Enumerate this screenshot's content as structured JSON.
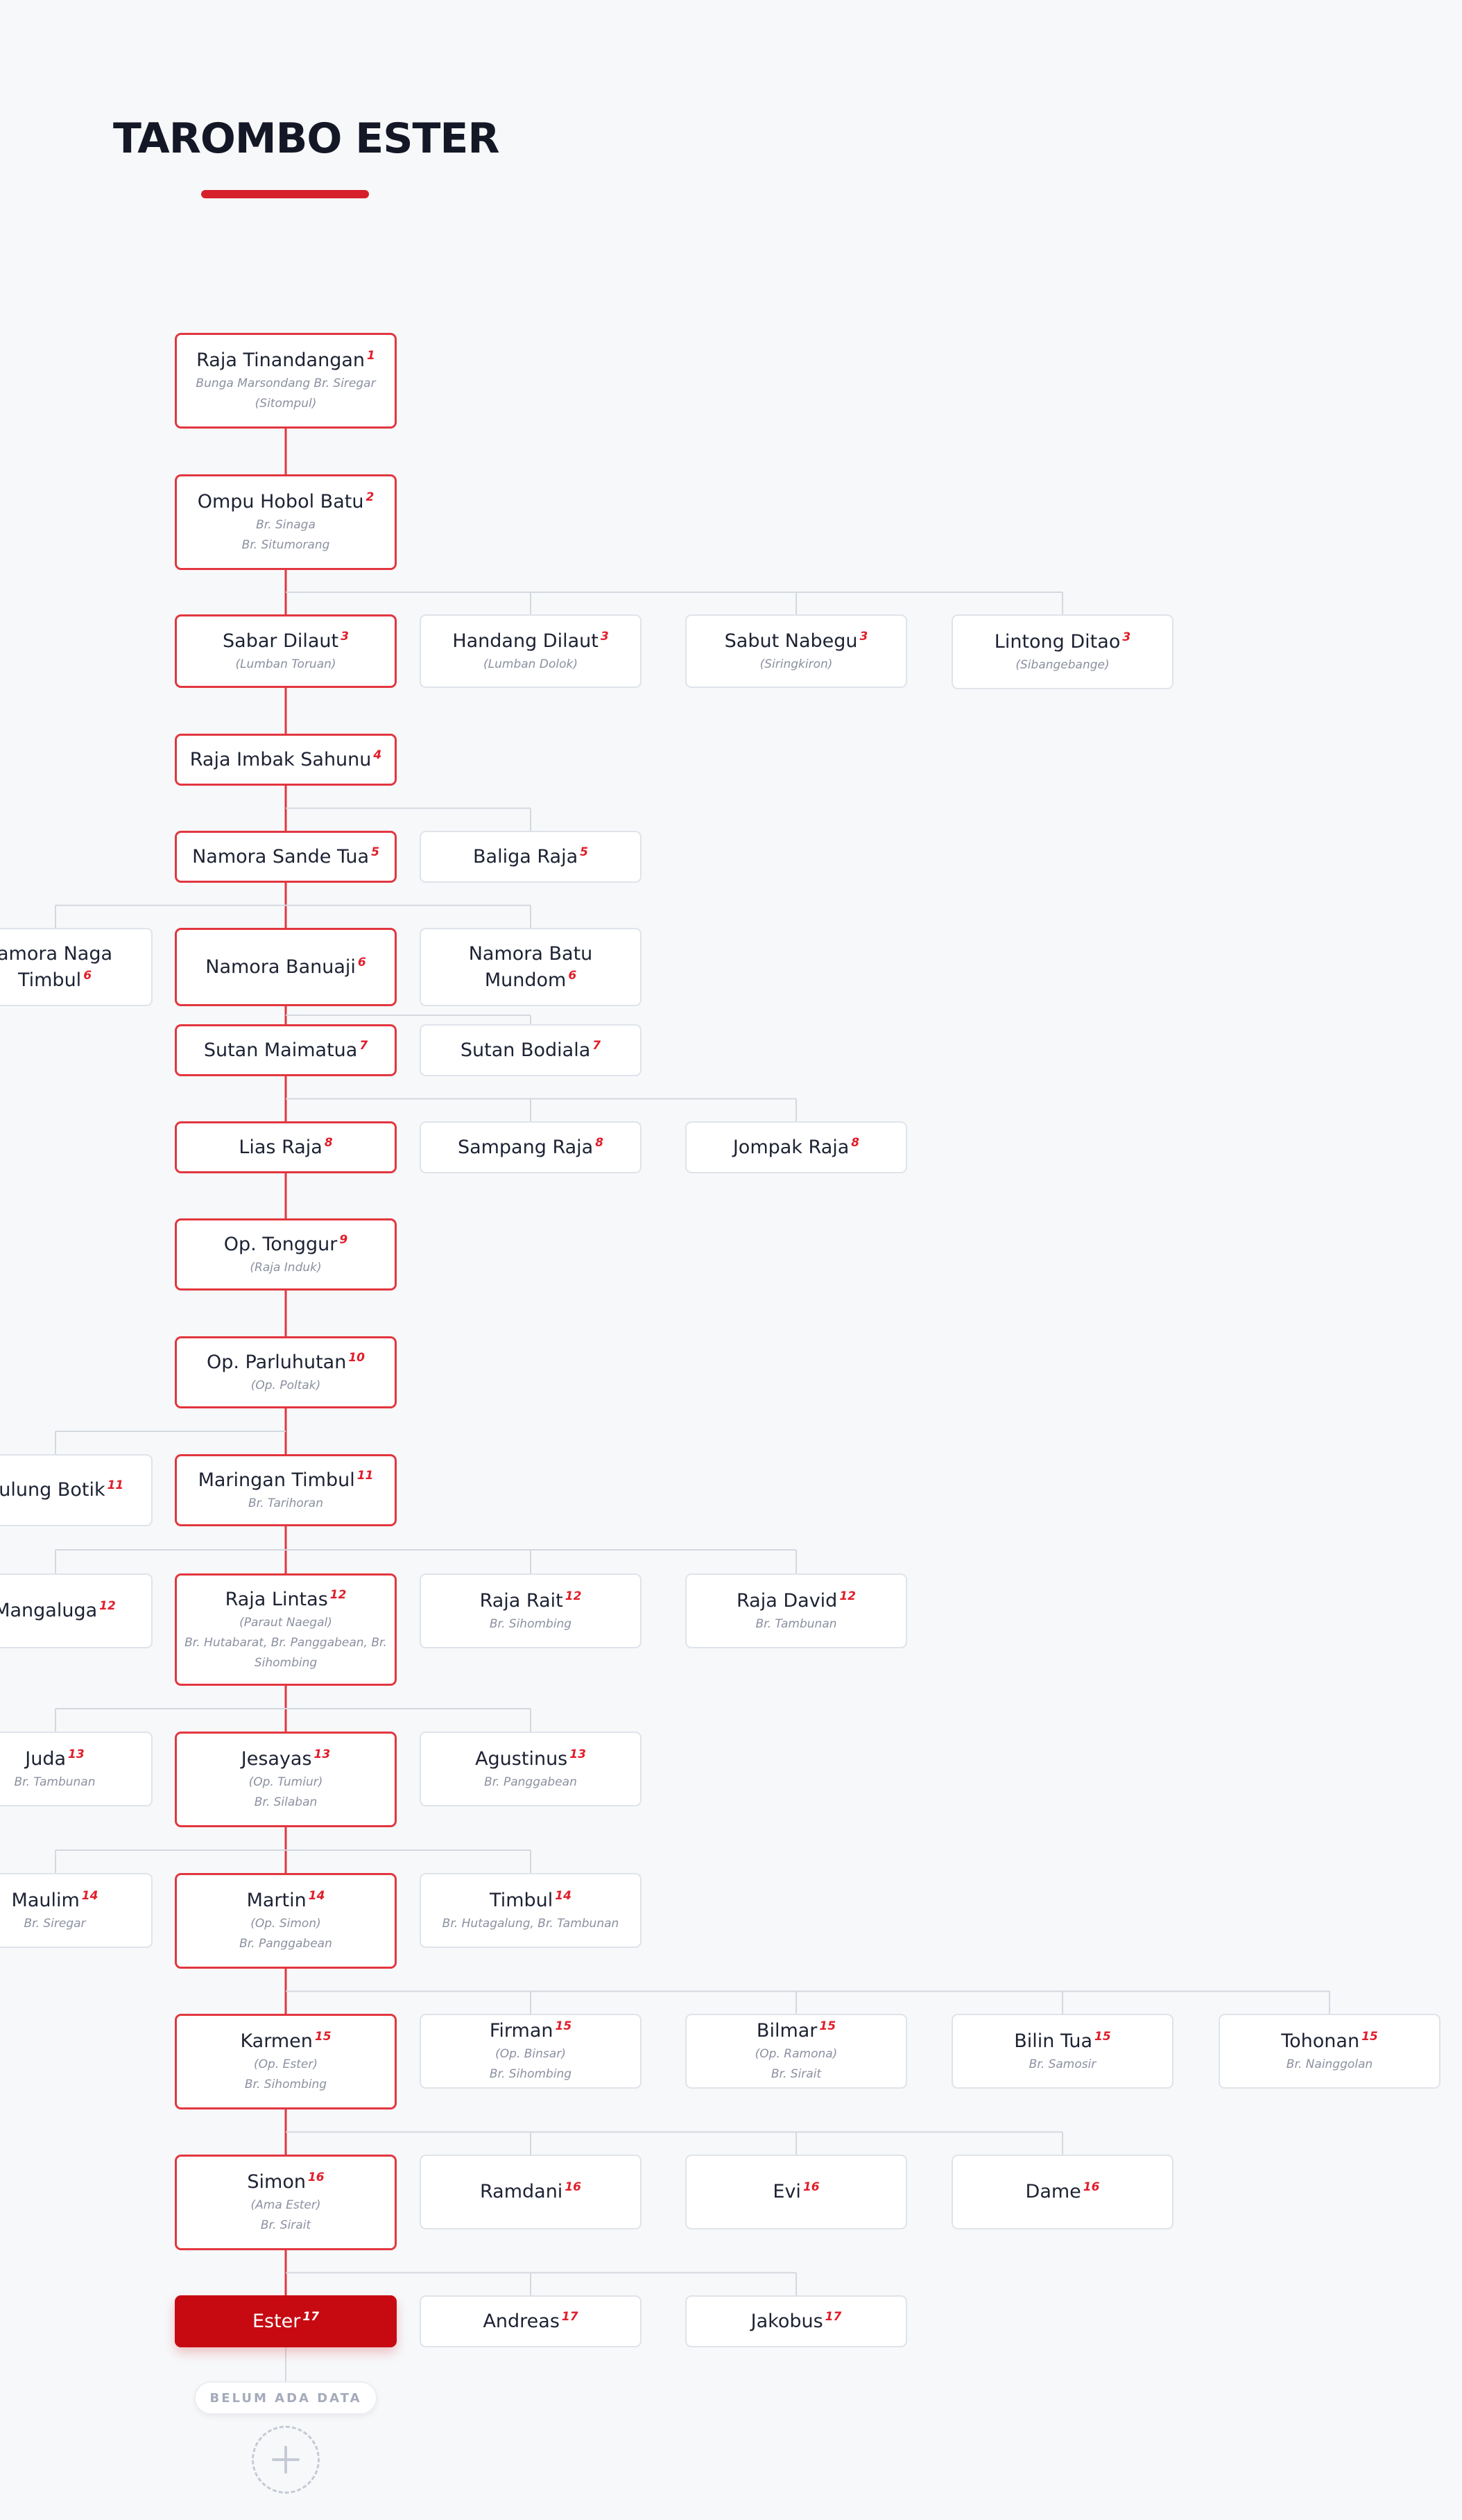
{
  "page_title": "TAROMBO ESTER",
  "nodes": [
    {
      "id": "n1",
      "name": "Raja Tinandangan",
      "gen": "1",
      "subs": [
        "Bunga Marsondang Br. Siregar",
        "(Sitompul)"
      ],
      "type": "path"
    },
    {
      "id": "n2",
      "name": "Ompu Hobol Batu",
      "gen": "2",
      "subs": [
        "Br. Sinaga",
        "Br. Situmorang"
      ],
      "type": "path"
    },
    {
      "id": "n3",
      "name": "Sabar Dilaut",
      "gen": "3",
      "subs": [
        "(Lumban Toruan)"
      ],
      "type": "path"
    },
    {
      "id": "n4",
      "name": "Handang Dilaut",
      "gen": "3",
      "subs": [
        "(Lumban Dolok)"
      ],
      "type": "sibling"
    },
    {
      "id": "n5",
      "name": "Sabut Nabegu",
      "gen": "3",
      "subs": [
        "(Siringkiron)"
      ],
      "type": "sibling"
    },
    {
      "id": "n6",
      "name": "Lintong Ditao",
      "gen": "3",
      "subs": [
        "(Sibangebange)"
      ],
      "type": "sibling"
    },
    {
      "id": "n7",
      "name": "Raja Imbak Sahunu",
      "gen": "4",
      "subs": [],
      "type": "path"
    },
    {
      "id": "n8",
      "name": "Namora Sande Tua",
      "gen": "5",
      "subs": [],
      "type": "path"
    },
    {
      "id": "n9",
      "name": "Baliga Raja",
      "gen": "5",
      "subs": [],
      "type": "sibling"
    },
    {
      "id": "n10",
      "name": "amora Naga Timbul",
      "gen": "6",
      "subs": [],
      "type": "sibling",
      "clipped": true
    },
    {
      "id": "n11",
      "name": "Namora Banuaji",
      "gen": "6",
      "subs": [],
      "type": "path"
    },
    {
      "id": "n12",
      "name": "Namora Batu Mundom",
      "gen": "6",
      "subs": [],
      "type": "sibling"
    },
    {
      "id": "n13",
      "name": "Sutan Maimatua",
      "gen": "7",
      "subs": [],
      "type": "path"
    },
    {
      "id": "n14",
      "name": "Sutan Bodiala",
      "gen": "7",
      "subs": [],
      "type": "sibling"
    },
    {
      "id": "n15",
      "name": "Lias Raja",
      "gen": "8",
      "subs": [],
      "type": "path"
    },
    {
      "id": "n16",
      "name": "Sampang Raja",
      "gen": "8",
      "subs": [],
      "type": "sibling"
    },
    {
      "id": "n17",
      "name": "Jompak Raja",
      "gen": "8",
      "subs": [],
      "type": "sibling"
    },
    {
      "id": "n18",
      "name": "Op. Tonggur",
      "gen": "9",
      "subs": [
        "(Raja Induk)"
      ],
      "type": "path"
    },
    {
      "id": "n19",
      "name": "Op. Parluhutan",
      "gen": "10",
      "subs": [
        "(Op. Poltak)"
      ],
      "type": "path"
    },
    {
      "id": "n20",
      "name": "Bulung Botik",
      "gen": "11",
      "subs": [],
      "type": "sibling",
      "clipped": true
    },
    {
      "id": "n21",
      "name": "Maringan Timbul",
      "gen": "11",
      "subs": [
        "Br. Tarihoran"
      ],
      "type": "path"
    },
    {
      "id": "n22",
      "name": "Mangaluga",
      "gen": "12",
      "subs": [],
      "type": "sibling",
      "clipped": true
    },
    {
      "id": "n23",
      "name": "Raja Lintas",
      "gen": "12",
      "subs": [
        "(Paraut Naegal)",
        "Br. Hutabarat, Br. Panggabean, Br. Sihombing"
      ],
      "type": "path"
    },
    {
      "id": "n24",
      "name": "Raja Rait",
      "gen": "12",
      "subs": [
        "Br. Sihombing"
      ],
      "type": "sibling"
    },
    {
      "id": "n25",
      "name": "Raja David",
      "gen": "12",
      "subs": [
        "Br. Tambunan"
      ],
      "type": "sibling"
    },
    {
      "id": "n26",
      "name": "Juda",
      "gen": "13",
      "subs": [
        "Br. Tambunan"
      ],
      "type": "sibling",
      "clipped": true
    },
    {
      "id": "n27",
      "name": "Jesayas",
      "gen": "13",
      "subs": [
        "(Op. Tumiur)",
        "Br. Silaban"
      ],
      "type": "path"
    },
    {
      "id": "n28",
      "name": "Agustinus",
      "gen": "13",
      "subs": [
        "Br. Panggabean"
      ],
      "type": "sibling"
    },
    {
      "id": "n29",
      "name": "Maulim",
      "gen": "14",
      "subs": [
        "Br. Siregar"
      ],
      "type": "sibling",
      "clipped": true
    },
    {
      "id": "n30",
      "name": "Martin",
      "gen": "14",
      "subs": [
        "(Op. Simon)",
        "Br. Panggabean"
      ],
      "type": "path"
    },
    {
      "id": "n31",
      "name": "Timbul",
      "gen": "14",
      "subs": [
        "Br. Hutagalung, Br. Tambunan"
      ],
      "type": "sibling"
    },
    {
      "id": "n32",
      "name": "Karmen",
      "gen": "15",
      "subs": [
        "(Op. Ester)",
        "Br. Sihombing"
      ],
      "type": "path"
    },
    {
      "id": "n33",
      "name": "Firman",
      "gen": "15",
      "subs": [
        "(Op. Binsar)",
        "Br. Sihombing"
      ],
      "type": "sibling"
    },
    {
      "id": "n34",
      "name": "Bilmar",
      "gen": "15",
      "subs": [
        "(Op. Ramona)",
        "Br. Sirait"
      ],
      "type": "sibling"
    },
    {
      "id": "n35",
      "name": "Bilin Tua",
      "gen": "15",
      "subs": [
        "Br. Samosir"
      ],
      "type": "sibling"
    },
    {
      "id": "n36",
      "name": "Tohonan",
      "gen": "15",
      "subs": [
        "Br. Nainggolan"
      ],
      "type": "sibling"
    },
    {
      "id": "n37",
      "name": "Simon",
      "gen": "16",
      "subs": [
        "(Ama Ester)",
        "Br. Sirait"
      ],
      "type": "path"
    },
    {
      "id": "n38",
      "name": "Ramdani",
      "gen": "16",
      "subs": [],
      "type": "sibling"
    },
    {
      "id": "n39",
      "name": "Evi",
      "gen": "16",
      "subs": [],
      "type": "sibling"
    },
    {
      "id": "n40",
      "name": "Dame",
      "gen": "16",
      "subs": [],
      "type": "sibling"
    },
    {
      "id": "n41",
      "name": "Ester",
      "gen": "17",
      "subs": [],
      "type": "current"
    },
    {
      "id": "n42",
      "name": "Andreas",
      "gen": "17",
      "subs": [],
      "type": "sibling"
    },
    {
      "id": "n43",
      "name": "Jakobus",
      "gen": "17",
      "subs": [],
      "type": "sibling"
    }
  ],
  "placeholder": {
    "label": "BELUM ADA DATA",
    "icon": "plus-icon"
  },
  "colors": {
    "accent": "#d6202c",
    "path_border": "#e2363f",
    "current_fill": "#c70a12",
    "connector_path": "#e2363f",
    "connector_sibling": "#d4d8df",
    "generation_number": "#e11d2a"
  }
}
